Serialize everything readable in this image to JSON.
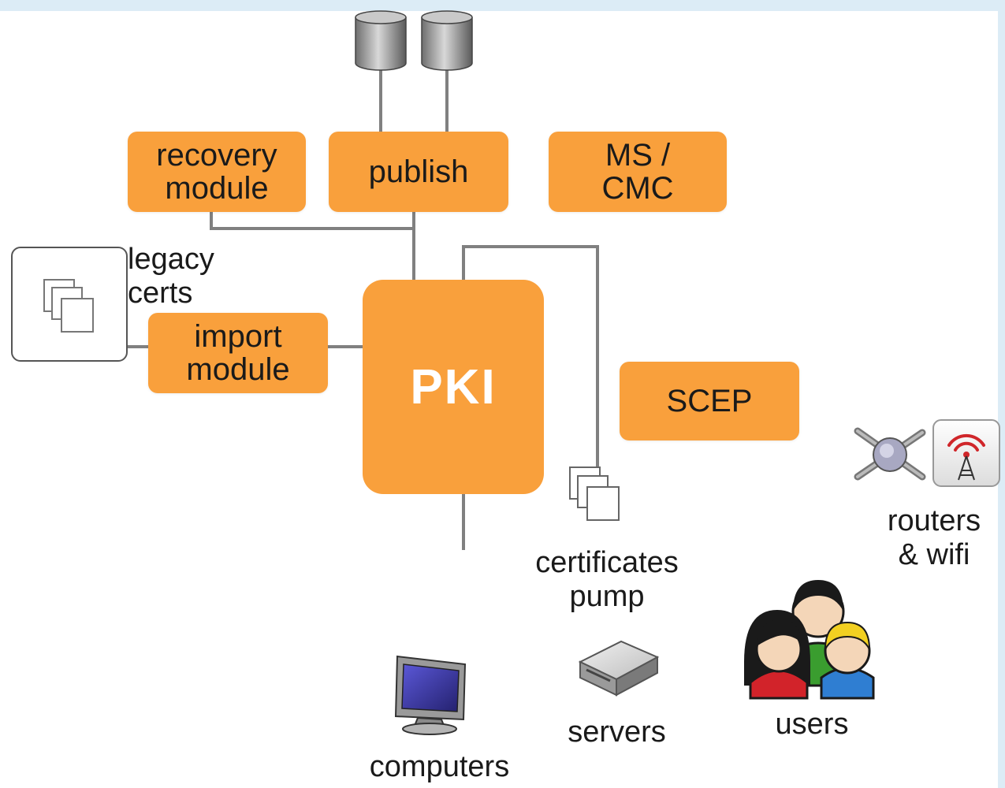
{
  "center": {
    "label": "PKI"
  },
  "modules": {
    "recovery": "recovery\nmodule",
    "publish": "publish",
    "ms_cmc": "MS /\nCMC",
    "import": "import\nmodule",
    "scep": "SCEP"
  },
  "labels": {
    "legacy_certs": "legacy\ncerts",
    "certificates_pump": "certificates\npump",
    "routers_wifi": "routers\n& wifi",
    "users": "users",
    "servers": "servers",
    "computers": "computers"
  },
  "icons": {
    "databases": [
      "database-icon",
      "database-icon"
    ],
    "legacy": "certificate-stack-icon",
    "pump": "certificate-stack-icon",
    "router": "router-icon",
    "wifi": "wifi-antenna-icon",
    "users": "users-group-icon",
    "server": "server-icon",
    "computer": "computer-monitor-icon"
  },
  "colors": {
    "module_fill": "#f9a03c",
    "connector": "#808080",
    "frame": "#dcecf6"
  }
}
